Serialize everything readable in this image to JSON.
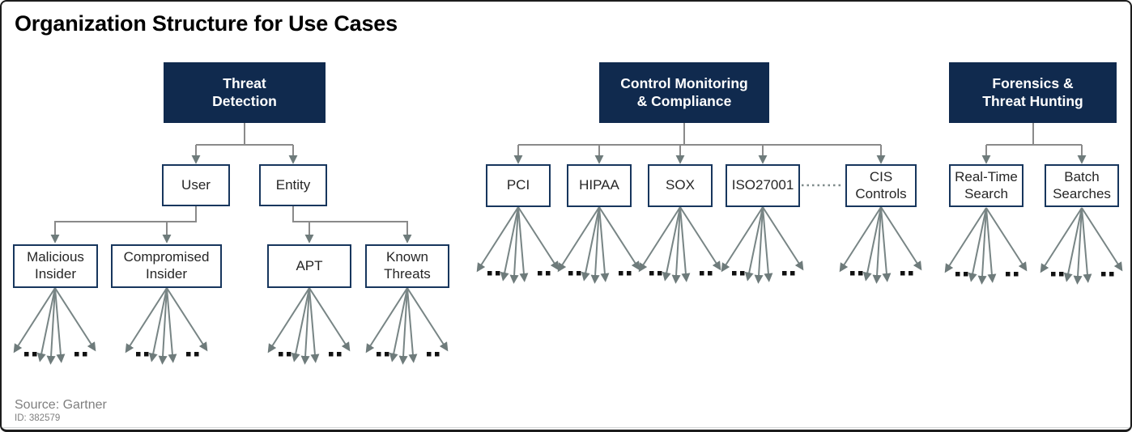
{
  "title": "Organization Structure for Use Cases",
  "footer": {
    "source": "Source: Gartner",
    "doc_id": "ID: 382579"
  },
  "colors": {
    "parent_box_fill": "#102a4e",
    "parent_box_text": "#ffffff",
    "child_box_border": "#17365d",
    "child_box_text": "#262626",
    "connector_gray": "#8a8a8a",
    "fanout_gray": "#788585",
    "arrowhead_gray": "#6e7b7b",
    "ellipsis_dot": "#111111",
    "footer_text": "#7f7f7f"
  },
  "diagram": {
    "nodes": {
      "threat_detection": "Threat\nDetection",
      "user": "User",
      "entity": "Entity",
      "malicious_insider": "Malicious\nInsider",
      "compromised_insider": "Compromised\nInsider",
      "apt": "APT",
      "known_threats": "Known\nThreats",
      "control_monitoring": "Control Monitoring\n& Compliance",
      "pci": "PCI",
      "hipaa": "HIPAA",
      "sox": "SOX",
      "iso27001": "ISO27001",
      "cis_controls": "CIS\nControls",
      "forensics": "Forensics &\nThreat Hunting",
      "real_time_search": "Real-Time\nSearch",
      "batch_searches": "Batch\nSearches"
    },
    "edges": [
      [
        "threat_detection",
        "user"
      ],
      [
        "threat_detection",
        "entity"
      ],
      [
        "user",
        "malicious_insider"
      ],
      [
        "user",
        "compromised_insider"
      ],
      [
        "entity",
        "apt"
      ],
      [
        "entity",
        "known_threats"
      ],
      [
        "control_monitoring",
        "pci"
      ],
      [
        "control_monitoring",
        "hipaa"
      ],
      [
        "control_monitoring",
        "sox"
      ],
      [
        "control_monitoring",
        "iso27001"
      ],
      [
        "control_monitoring",
        "cis_controls"
      ],
      [
        "forensics",
        "real_time_search"
      ],
      [
        "forensics",
        "batch_searches"
      ]
    ],
    "dotted_edge": [
      "iso27001",
      "cis_controls"
    ],
    "fan_out_nodes": [
      "malicious_insider",
      "compromised_insider",
      "apt",
      "known_threats",
      "pci",
      "hipaa",
      "sox",
      "iso27001",
      "cis_controls",
      "real_time_search",
      "batch_searches"
    ],
    "fan_out_meaning": "many further child use cases (ellipsis)"
  }
}
